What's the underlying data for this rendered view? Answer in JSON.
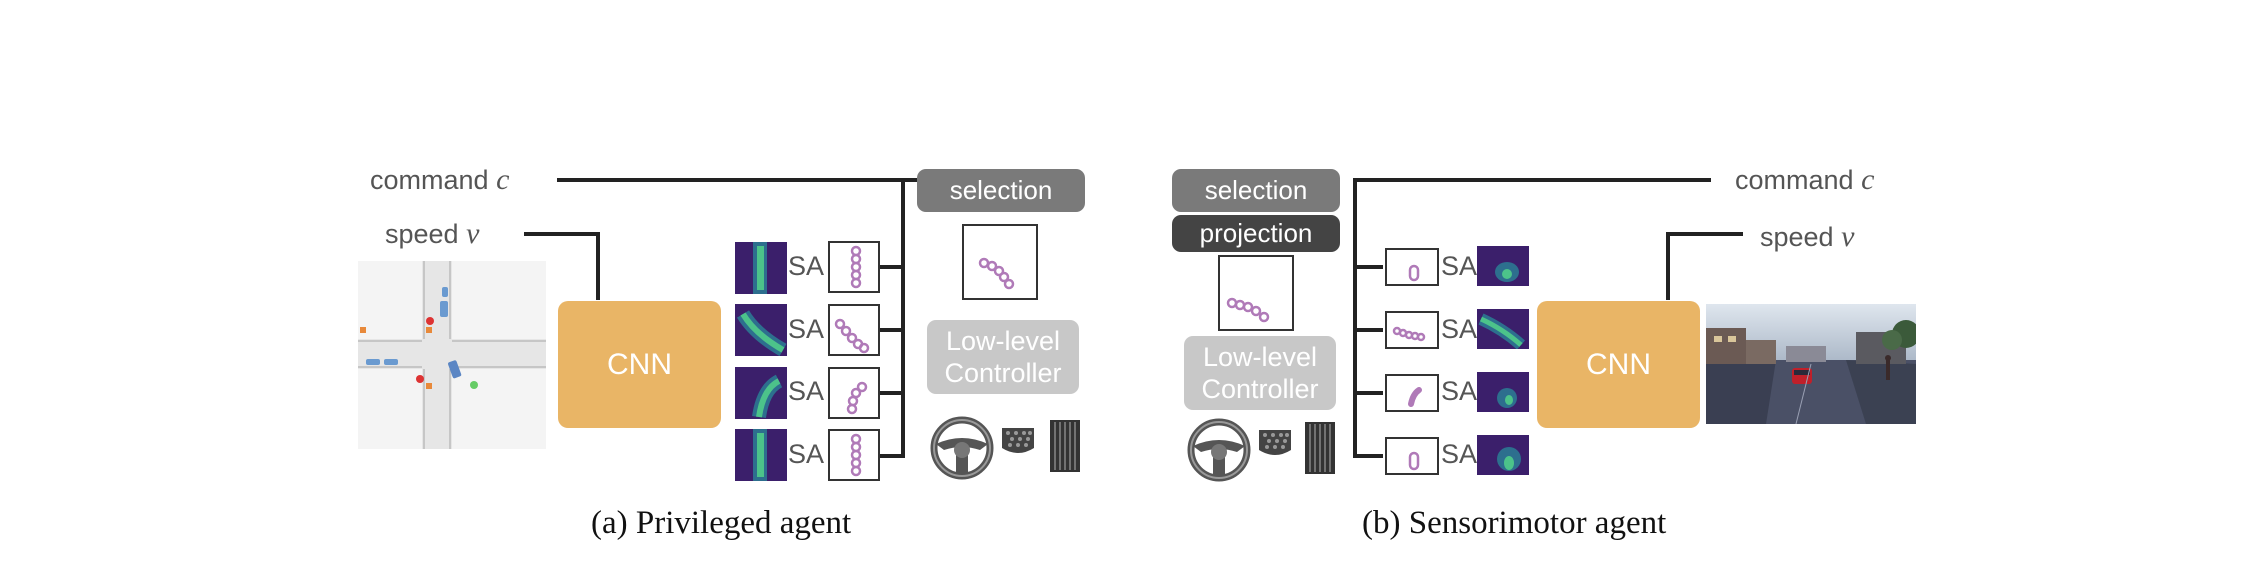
{
  "left": {
    "command_label": "command",
    "command_var": "c",
    "speed_label": "speed",
    "speed_var": "v",
    "cnn_label": "CNN",
    "sa_labels": [
      "SA",
      "SA",
      "SA",
      "SA"
    ],
    "selection_label": "selection",
    "controller_line1": "Low-level",
    "controller_line2": "Controller",
    "caption": "(a) Privileged agent"
  },
  "right": {
    "command_label": "command",
    "command_var": "c",
    "speed_label": "speed",
    "speed_var": "v",
    "cnn_label": "CNN",
    "sa_labels": [
      "SA",
      "SA",
      "SA",
      "SA"
    ],
    "selection_label": "selection",
    "projection_label": "projection",
    "controller_line1": "Low-level",
    "controller_line2": "Controller",
    "caption": "(b) Sensorimotor agent"
  },
  "colors": {
    "cnn": "#e9b566",
    "selection": "#7a7a7a",
    "projection": "#444444",
    "controller": "#c8c8c8",
    "waypoint": "#b07ab8",
    "heatmap_bg": "#3b1f6b",
    "heatmap_hot": "#4cc38a"
  },
  "icons": [
    "steering-wheel-icon",
    "brake-pedal-icon",
    "gas-pedal-icon"
  ]
}
